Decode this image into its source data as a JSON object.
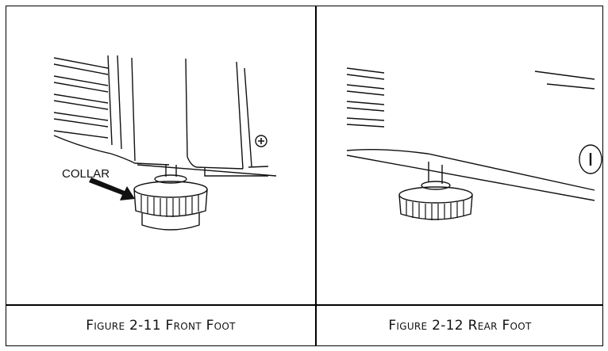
{
  "figures": [
    {
      "caption": "Figure 2-11 Front Foot",
      "callout": "COLLAR"
    },
    {
      "caption": "Figure 2-12 Rear Foot"
    }
  ],
  "colors": {
    "line": "#111111",
    "background": "#ffffff"
  }
}
